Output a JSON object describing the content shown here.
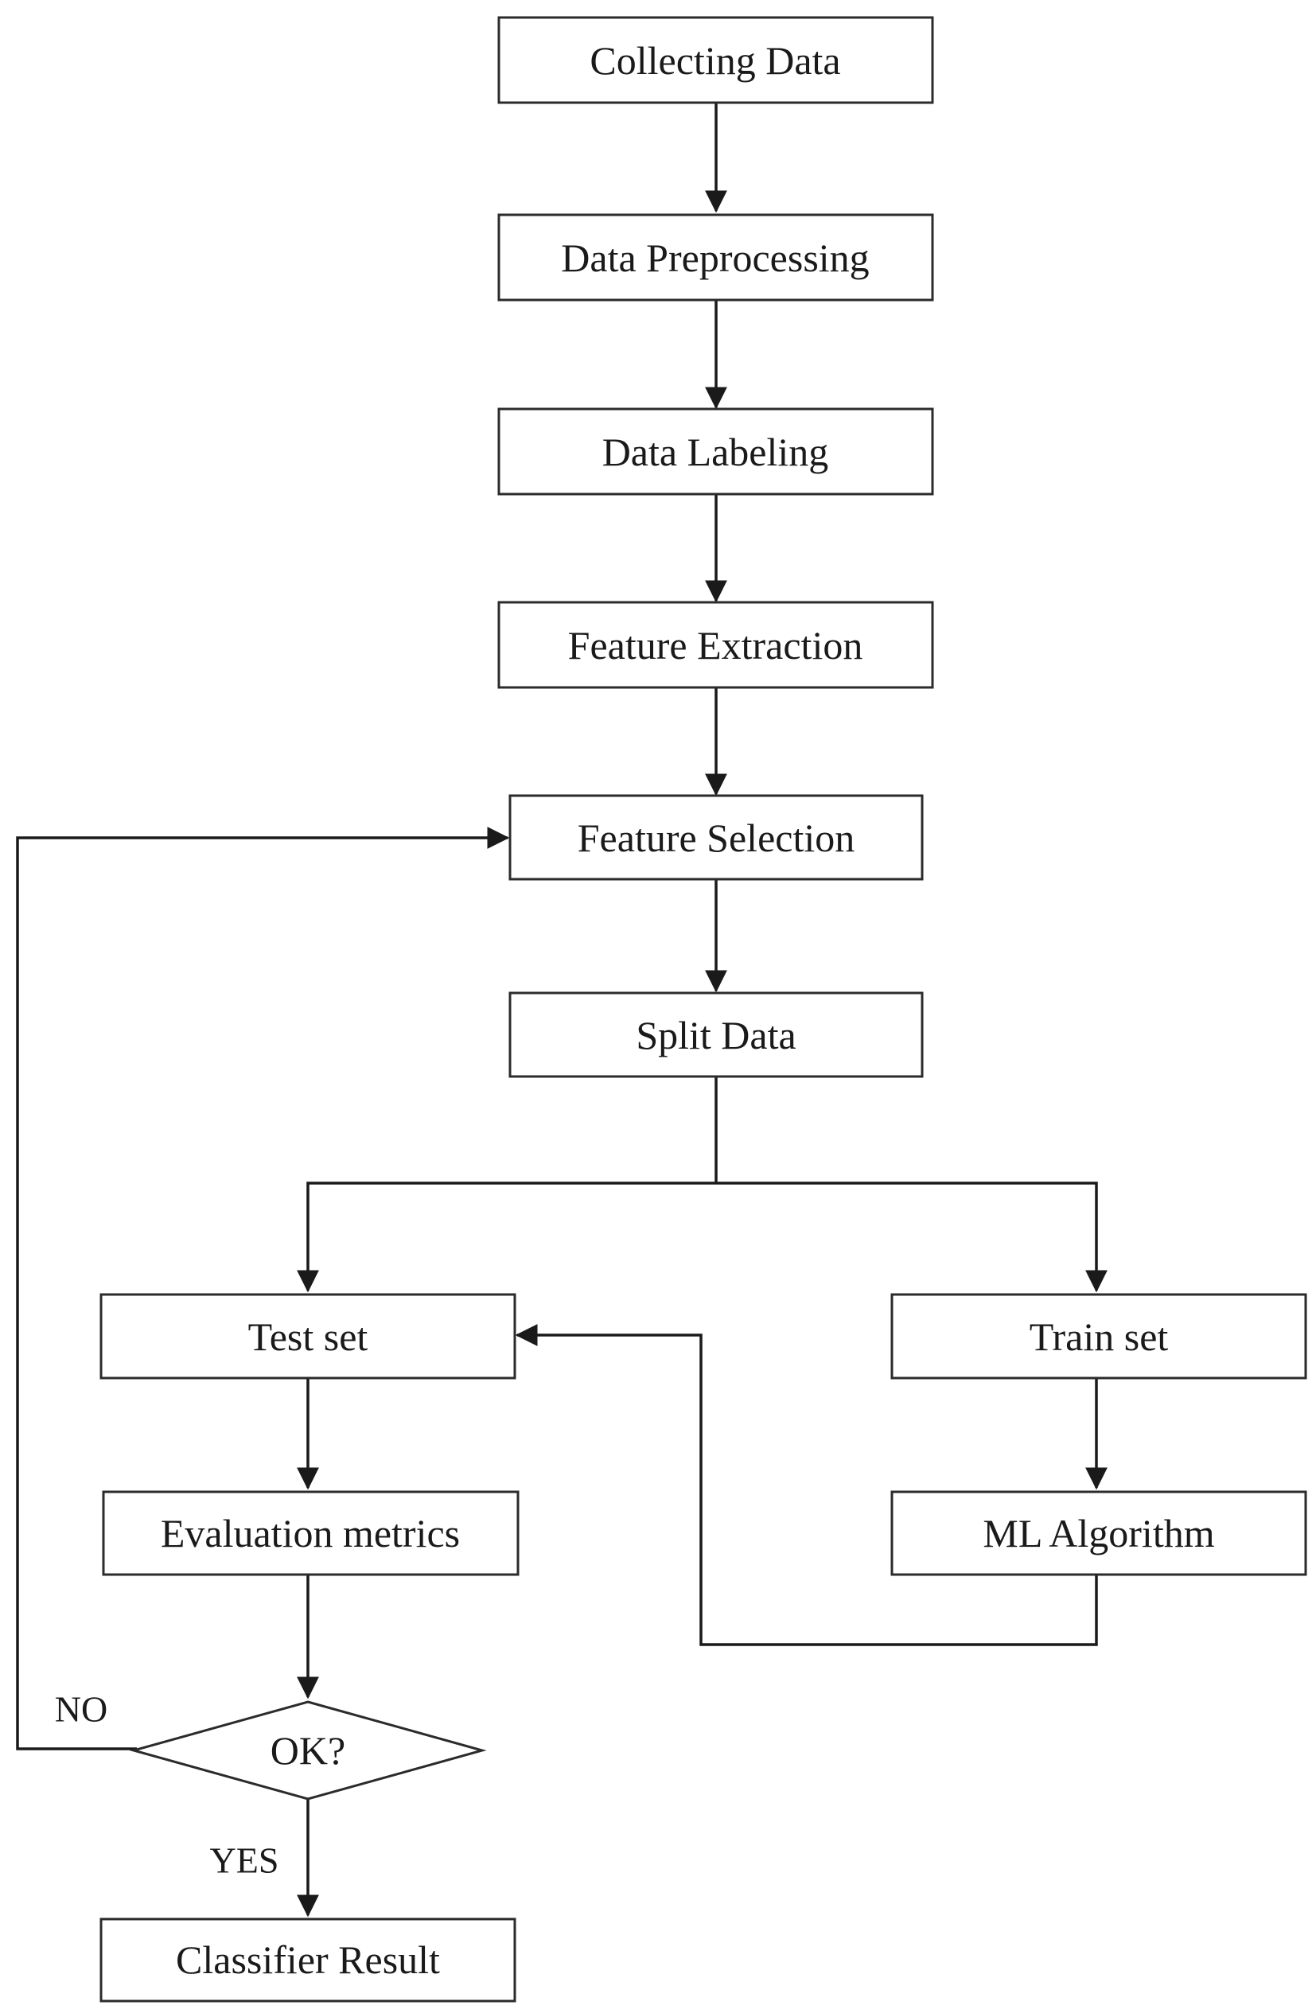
{
  "diagram": {
    "nodes": {
      "collecting_data": "Collecting Data",
      "data_preprocessing": "Data Preprocessing",
      "data_labeling": "Data Labeling",
      "feature_extraction": "Feature Extraction",
      "feature_selection": "Feature Selection",
      "split_data": "Split Data",
      "test_set": "Test set",
      "train_set": "Train set",
      "evaluation_metrics": "Evaluation metrics",
      "ml_algorithm": "ML Algorithm",
      "decision": "OK?",
      "classifier_result": "Classifier Result"
    },
    "edge_labels": {
      "no": "NO",
      "yes": "YES"
    },
    "colors": {
      "stroke": "#1a1a1a",
      "fill": "#ffffff"
    }
  }
}
